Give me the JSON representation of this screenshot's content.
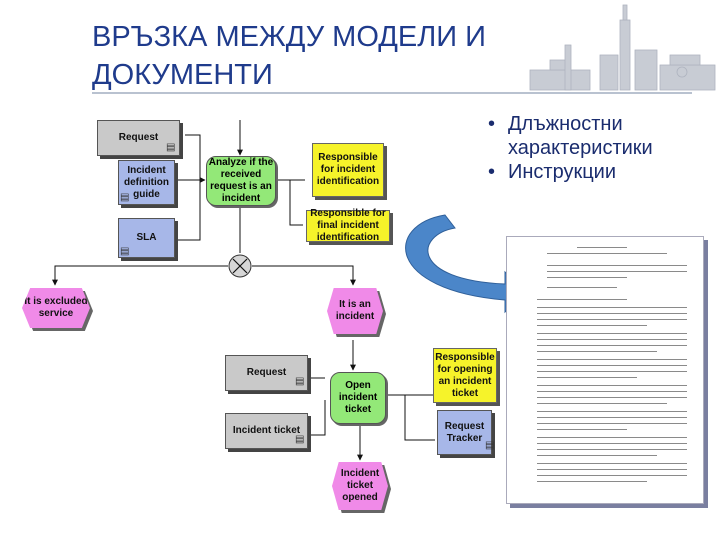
{
  "title": "ВРЪЗКА МЕЖДУ МОДЕЛИ И ДОКУМЕНТИ",
  "bullets": [
    "Длъжностни характеристики",
    "Инструкции"
  ],
  "nodes": {
    "request_top": "Request",
    "incident_guide": "Incident definition guide",
    "sla": "SLA",
    "analyze": "Analyze if the received request is an incident",
    "resp_identification": "Responsible for incident identification",
    "resp_final": "Responsible for final incident identification",
    "excluded": "It is excluded service",
    "is_incident": "It is an incident",
    "request_mid": "Request",
    "incident_ticket": "Incident ticket",
    "open_ticket": "Open incident ticket",
    "resp_opening": "Responsible for opening an incident ticket",
    "request_tracker": "Request Tracker",
    "ticket_opened": "Incident ticket opened"
  },
  "colors": {
    "title": "#1f3b8c",
    "event": "#f08ae8",
    "function": "#93e878",
    "role": "#f6f32a",
    "document": "#c9c9c9",
    "guide": "#a7b7e8",
    "arrow": "#4b86c9"
  },
  "icons": [
    "document-icon",
    "xor-connector-icon",
    "curved-arrow-icon",
    "skyline-icon"
  ]
}
